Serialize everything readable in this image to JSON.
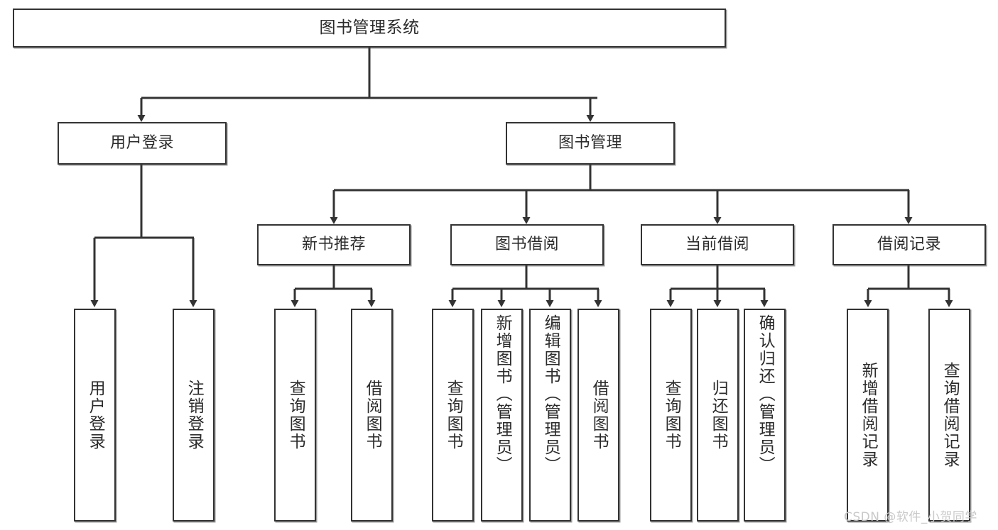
{
  "diagram": {
    "title": "图书管理系统",
    "type": "tree-hierarchy-chart",
    "root": {
      "label": "图书管理系统"
    },
    "level1": [
      {
        "label": "用户登录"
      },
      {
        "label": "图书管理"
      }
    ],
    "level2": [
      {
        "label": "新书推荐"
      },
      {
        "label": "图书借阅"
      },
      {
        "label": "当前借阅"
      },
      {
        "label": "借阅记录"
      }
    ],
    "leaves": {
      "user_login": [
        {
          "label": "用户登录"
        },
        {
          "label": "注销登录"
        }
      ],
      "new_book": [
        {
          "label": "查询图书"
        },
        {
          "label": "借阅图书"
        }
      ],
      "book_borrow": [
        {
          "label": "查询图书"
        },
        {
          "label": "新增图书（管理员）"
        },
        {
          "label": "编辑图书（管理员）"
        },
        {
          "label": "借阅图书"
        }
      ],
      "current_borrow": [
        {
          "label": "查询图书"
        },
        {
          "label": "归还图书"
        },
        {
          "label": "确认归还（管理员）"
        }
      ],
      "borrow_record": [
        {
          "label": "新增借阅记录"
        },
        {
          "label": "查询借阅记录"
        }
      ]
    }
  },
  "watermark": {
    "text": "CSDN @软件_小贺同学"
  },
  "colors": {
    "border": "#333333",
    "background": "#ffffff",
    "text": "#2b2b2b",
    "watermark": "#c9c9c9"
  }
}
